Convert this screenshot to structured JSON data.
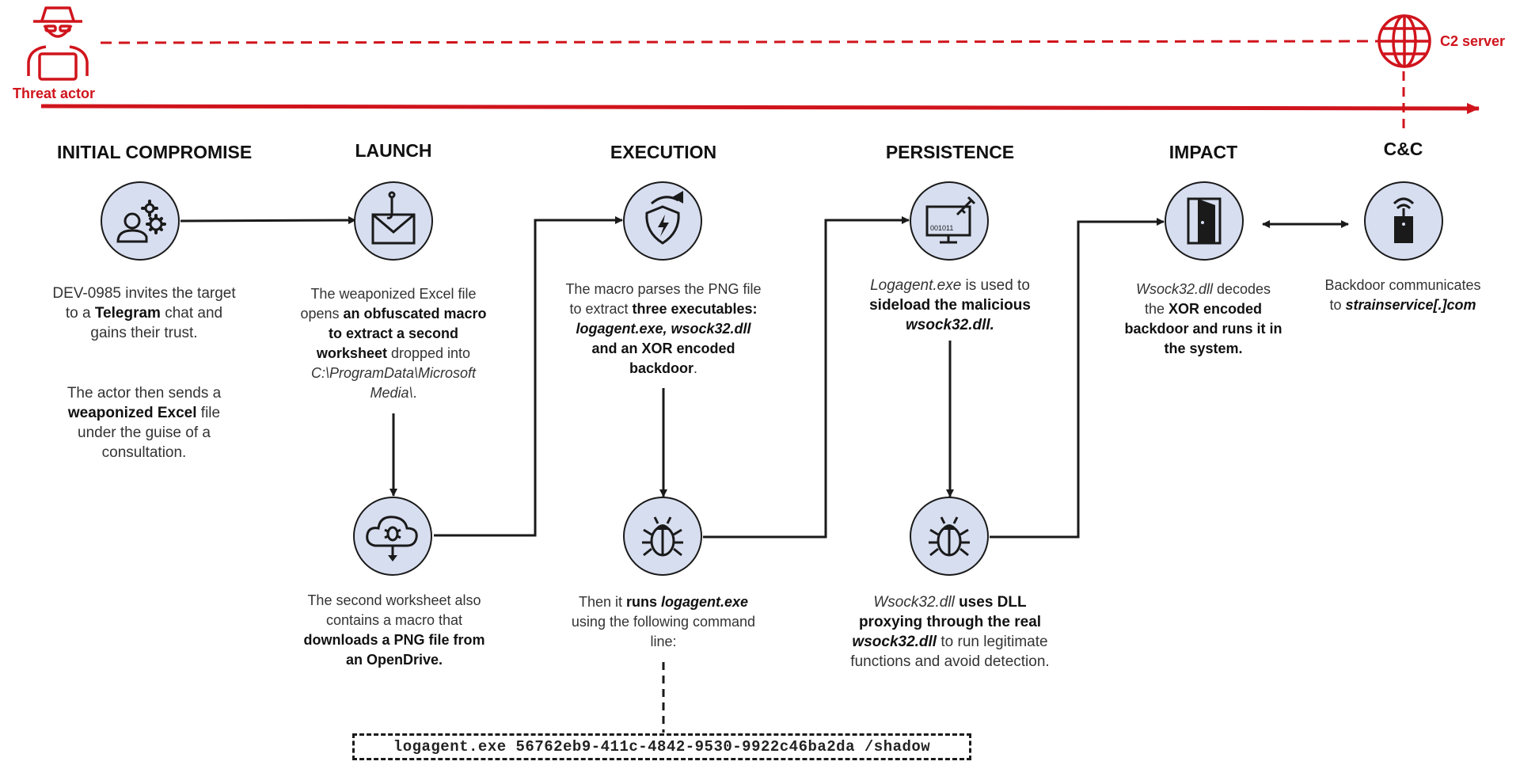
{
  "actors": {
    "threat_actor": "Threat actor",
    "c2_server": "C2 server"
  },
  "stages": [
    {
      "title": "INITIAL COMPROMISE",
      "icon": "user-gears-icon",
      "desc1": {
        "t1": "DEV-0985 invites the target to a ",
        "b1": "Telegram",
        "t2": " chat and gains their trust."
      },
      "desc2": {
        "t1": "The actor then sends a ",
        "b1": "weaponized Excel",
        "t2": " file under the guise of a consultation."
      }
    },
    {
      "title": "LAUNCH",
      "icon": "phishing-envelope-icon",
      "desc": {
        "t1": "The weaponized Excel file opens ",
        "b1": "an obfuscated macro to extract a second worksheet",
        "t2": " dropped into ",
        "i1": "C:\\ProgramData\\Microsoft Media\\",
        "t3": "."
      },
      "sub_icon": "cloud-bug-download-icon",
      "sub_desc": {
        "t1": "The second worksheet also contains a macro that ",
        "b1": "downloads a PNG file from an OpenDrive."
      }
    },
    {
      "title": "EXECUTION",
      "icon": "shield-lightning-icon",
      "desc": {
        "t1": "The macro parses the PNG file to extract ",
        "b1": "three executables:",
        "bi1": " logagent.exe, wsock32.dll",
        "b2": " and an XOR encoded backdoor",
        "t2": "."
      },
      "sub_icon": "bug-icon",
      "sub_desc": {
        "t1": "Then it ",
        "b1": "runs",
        "bi1": " logagent.exe",
        "t2": " using the following command line:"
      }
    },
    {
      "title": "PERSISTENCE",
      "icon": "monitor-syringe-icon",
      "monitor_text": "001011",
      "desc": {
        "i1": "Logagent.exe",
        "t1": " is used to ",
        "b1": "sideload the malicious",
        "bi1": " wsock32.dll."
      },
      "sub_icon": "bug-icon",
      "sub_desc": {
        "i1": "Wsock32.dll",
        "b1": " uses DLL proxying through the real",
        "bi1": " wsock32.dll",
        "t1": " to run legitimate functions and avoid detection."
      }
    },
    {
      "title": "IMPACT",
      "icon": "open-door-icon",
      "desc": {
        "i1": "Wsock32.dll",
        "t1": " decodes the ",
        "b1": "XOR encoded backdoor and runs it in the system."
      }
    },
    {
      "title": "C&C",
      "icon": "wireless-device-icon",
      "desc": {
        "t1": "Backdoor communicates to ",
        "bi1": "strainservice[.]com"
      }
    }
  ],
  "command_line": "logagent.exe 56762eb9-411c-4842-9530-9922c46ba2da /shadow",
  "colors": {
    "accent_red": "#d0141c",
    "circle_fill": "#d7def0",
    "line": "#1a1a1a"
  }
}
